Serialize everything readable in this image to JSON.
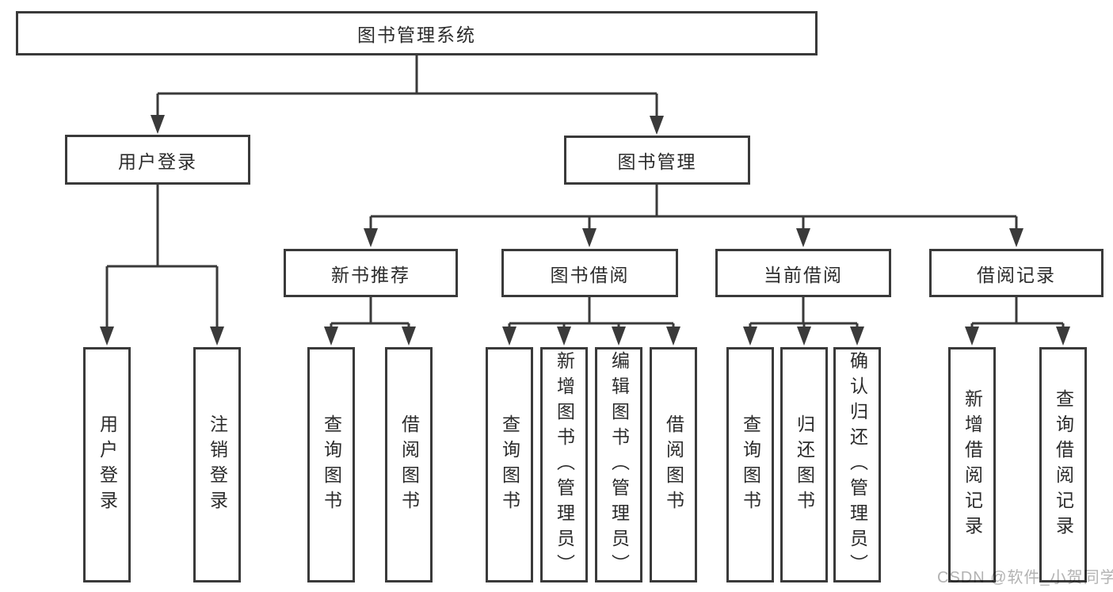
{
  "diagram": {
    "type": "functional-structure-tree",
    "colors": {
      "line": "#3a3a3a",
      "box_border": "#3a3a3a",
      "box_background": "#ffffff",
      "text": "#2b2b2b",
      "watermark": "#b3b3b3",
      "page_background": "#ffffff"
    },
    "root": {
      "label": "图书管理系统"
    },
    "branches": [
      {
        "label": "用户登录",
        "leaves": [
          {
            "label": "用户登录"
          },
          {
            "label": "注销登录"
          }
        ]
      },
      {
        "label": "图书管理",
        "groups": [
          {
            "label": "新书推荐",
            "leaves": [
              {
                "label": "查询图书"
              },
              {
                "label": "借阅图书"
              }
            ]
          },
          {
            "label": "图书借阅",
            "leaves": [
              {
                "label": "查询图书"
              },
              {
                "label": "新增图书（管理员）"
              },
              {
                "label": "编辑图书（管理员）"
              },
              {
                "label": "借阅图书"
              }
            ]
          },
          {
            "label": "当前借阅",
            "leaves": [
              {
                "label": "查询图书"
              },
              {
                "label": "归还图书"
              },
              {
                "label": "确认归还（管理员）"
              }
            ]
          },
          {
            "label": "借阅记录",
            "leaves": [
              {
                "label": "新增借阅记录"
              },
              {
                "label": "查询借阅记录"
              }
            ]
          }
        ]
      }
    ]
  },
  "watermark": {
    "text": "CSDN @软件_小贺同学"
  }
}
